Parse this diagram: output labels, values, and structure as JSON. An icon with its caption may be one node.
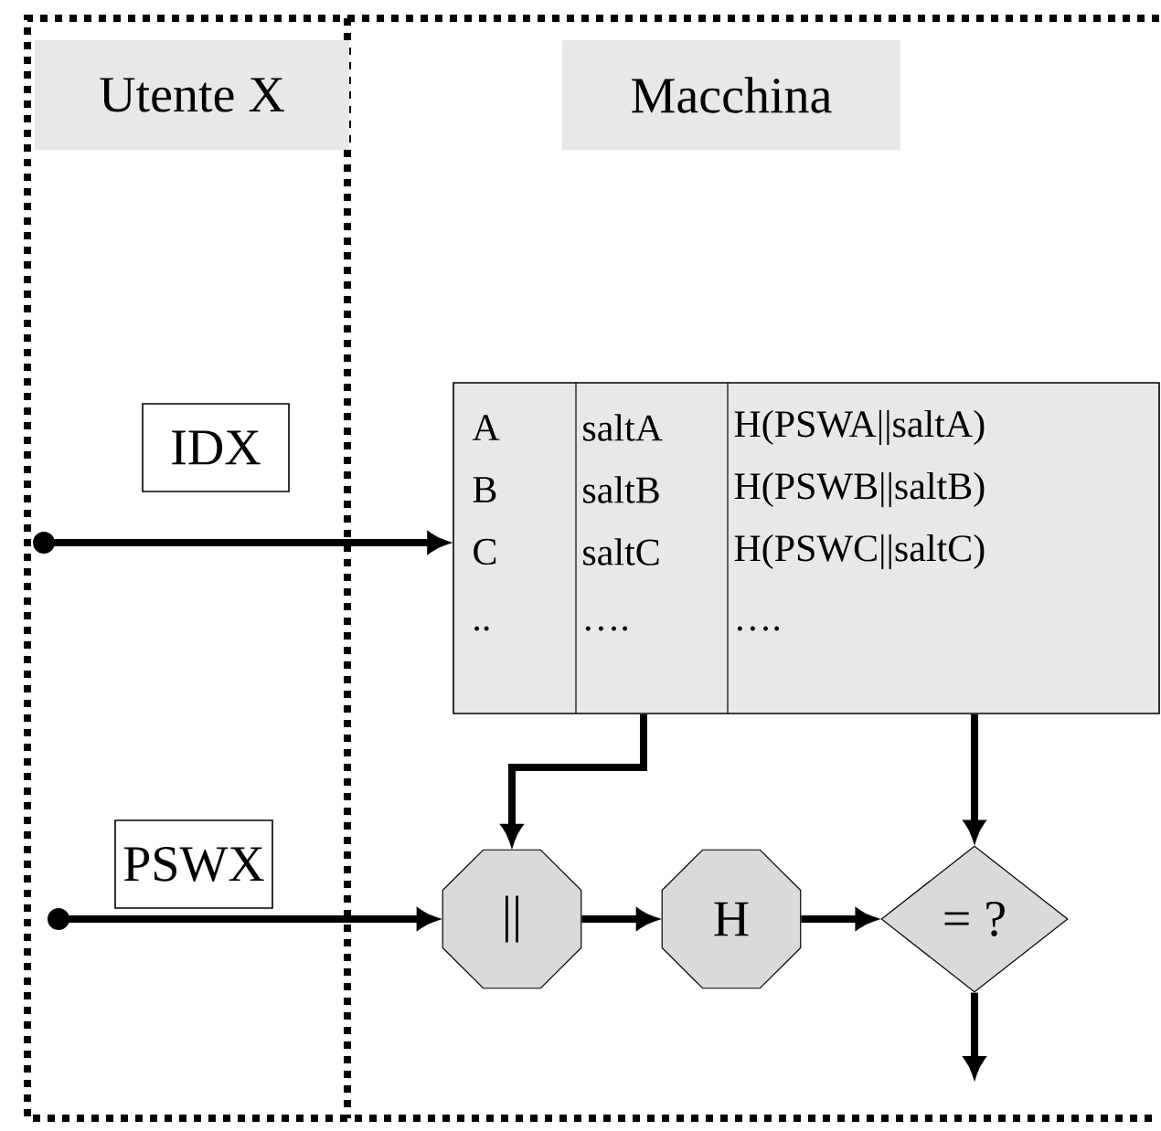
{
  "diagram": {
    "nodes": [
      {
        "text": [
          "Utente X"
        ]
      },
      {
        "text": [
          "Macchina"
        ]
      },
      {
        "text": [
          "A",
          "saltA",
          "H(PSWA||saltA)",
          "B",
          "saltB",
          "H(PSWB||saltB)",
          "C",
          "saltC",
          "H(PSWC||saltC)",
          "..",
          "….",
          "…."
        ]
      },
      {
        "text": [
          "||"
        ]
      },
      {
        "text": [
          "H"
        ]
      },
      {
        "text": [
          "= ?"
        ]
      }
    ],
    "edges": [
      {
        "from": null,
        "to": 2,
        "arrow": "to",
        "label": "IDX"
      },
      {
        "from": null,
        "to": 3,
        "arrow": "to",
        "label": "PSWX"
      },
      {
        "from": 2,
        "to": 3,
        "arrow": "to"
      },
      {
        "from": 2,
        "to": 5,
        "arrow": "to"
      },
      {
        "from": 3,
        "to": 4,
        "arrow": "to"
      },
      {
        "from": 4,
        "to": 5,
        "arrow": "to"
      },
      {
        "from": 5,
        "to": null,
        "arrow": "to"
      }
    ]
  }
}
